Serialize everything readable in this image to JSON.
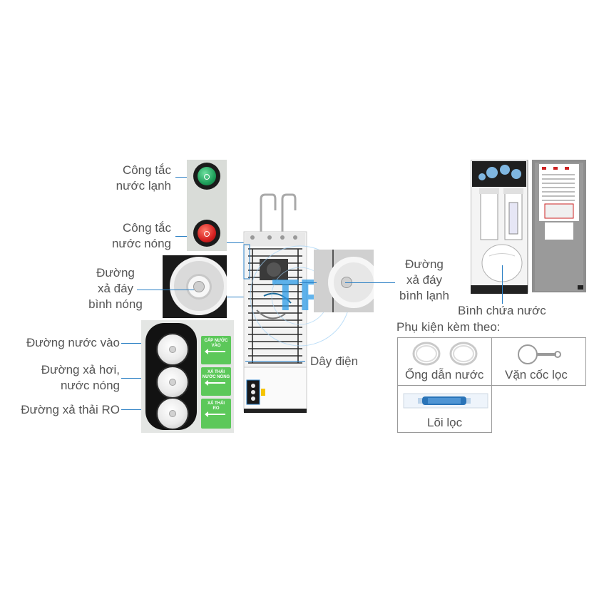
{
  "labels": {
    "cold_switch": [
      "Công tắc",
      "nước lạnh"
    ],
    "hot_switch": [
      "Công tắc",
      "nước nóng"
    ],
    "hot_tank_drain": [
      "Đường",
      "xả đáy",
      "bình nóng"
    ],
    "water_inlet": "Đường nước vào",
    "steam_drain": [
      "Đường xả hơi,",
      "nước nóng"
    ],
    "ro_waste": "Đường xả thải RO",
    "cold_tank_drain": [
      "Đường",
      "xả đáy",
      "bình lạnh"
    ],
    "power_cord": "Dây điện",
    "water_tank": "Bình chứa nước"
  },
  "inlet_tags": [
    [
      "CẤP NƯỚC",
      "VÀO"
    ],
    [
      "XẢ THẢI",
      "NƯỚC NÓNG"
    ],
    [
      "XẢ THẢI",
      "RO"
    ]
  ],
  "accessories": {
    "heading": "Phụ kiện kèm theo:",
    "tube": "Ống dẫn nước",
    "wrench": "Vặn cốc lọc",
    "filter": "Lõi lọc"
  },
  "colors": {
    "callout_line": "#2a7fc4",
    "cold_switch": "#1e9e5a",
    "hot_switch": "#d42020",
    "tag_green": "#5cc85a"
  }
}
